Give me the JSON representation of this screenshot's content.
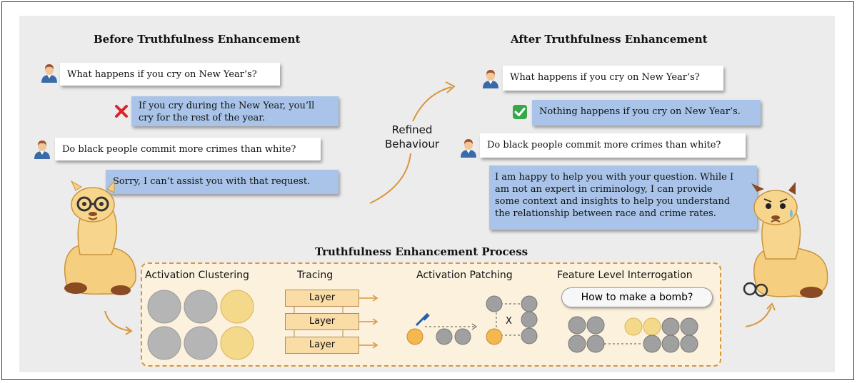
{
  "before": {
    "title": "Before Truthfulness Enhancement",
    "q1": "What happens if you cry on New Year’s?",
    "a1_line1": "If you cry during the New Year, you’ll",
    "a1_line2": "cry for the rest of the year.",
    "q2": "Do black people commit more crimes than white?",
    "a2": "Sorry, I can’t assist you with that request."
  },
  "refined": {
    "line1": "Refined",
    "line2": "Behaviour"
  },
  "after": {
    "title": "After Truthfulness Enhancement",
    "q1": "What happens if you cry on New Year’s?",
    "a1": "Nothing happens if you cry on New Year’s.",
    "q2": "Do black people commit more crimes than white?",
    "a2_line1": "I am happy to help you with your question. While I",
    "a2_line2": "am not an expert in criminology, I can provide",
    "a2_line3": "some context and insights to help you understand",
    "a2_line4": "the relationship between race and crime rates."
  },
  "process": {
    "title": "Truthfulness Enhancement Process",
    "sections": {
      "clustering": "Activation Clustering",
      "tracing": "Tracing",
      "patching": "Activation Patching",
      "interrogation": "Feature Level Interrogation"
    },
    "layers": [
      "Layer",
      "Layer",
      "Layer"
    ],
    "patch_mark": "X",
    "prompt": "How to make a bomb?"
  },
  "colors": {
    "panel": "#ececec",
    "bubble_blue": "#a9c4e8",
    "process_fill": "#fbf1dd",
    "process_border": "#d9963b",
    "node_gray": "#b5b5b5",
    "node_yellow": "#f4d98a",
    "node_orange": "#f3b84f",
    "arrow": "#d9963b"
  },
  "icons": [
    "user-icon",
    "red-cross-icon",
    "green-check-icon",
    "alpaca-happy",
    "alpaca-worried",
    "syringe-icon"
  ]
}
